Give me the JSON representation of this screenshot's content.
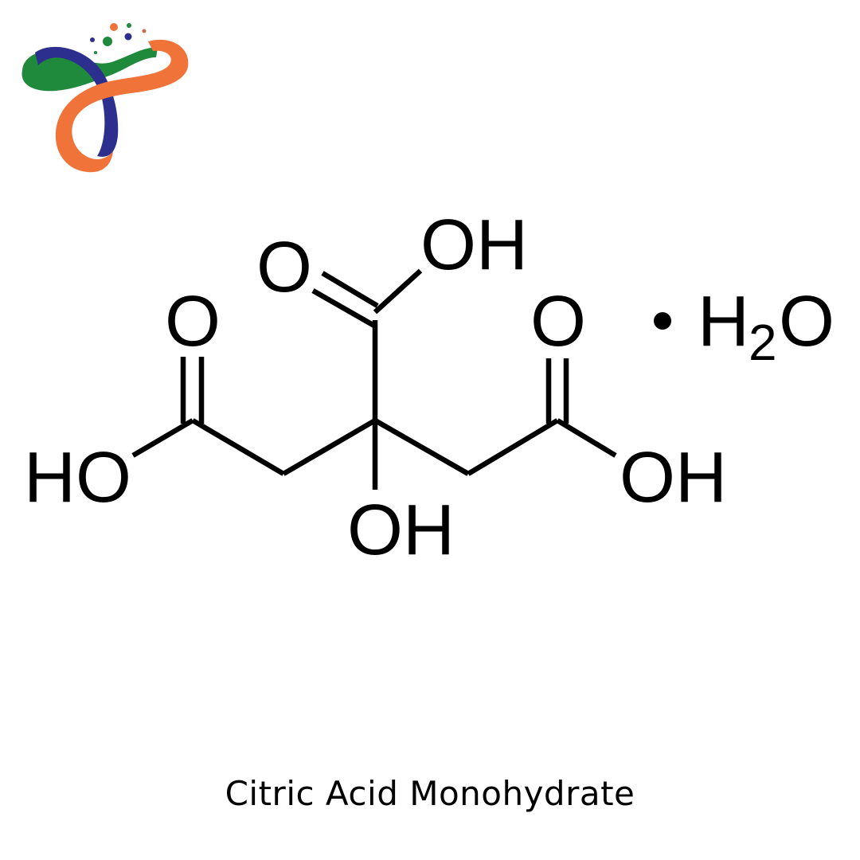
{
  "logo": {
    "name": "brand-logo",
    "colors": {
      "green": "#1f8a3c",
      "navy": "#2d2f8f",
      "orange": "#f0743a",
      "brown": "#c0704a"
    }
  },
  "structure": {
    "compound": "Citric acid monohydrate",
    "labels": {
      "top_carbonyl_o": "O",
      "top_oh": "OH",
      "left_carbonyl_o": "O",
      "left_ho": "HO",
      "right_carbonyl_o": "O",
      "right_oh": "OH",
      "center_oh": "OH",
      "water_dot": "•",
      "water_h": "H",
      "water_sub": "2",
      "water_o": "O"
    },
    "color": "#000000"
  },
  "caption": {
    "text": "Citric Acid Monohydrate"
  }
}
